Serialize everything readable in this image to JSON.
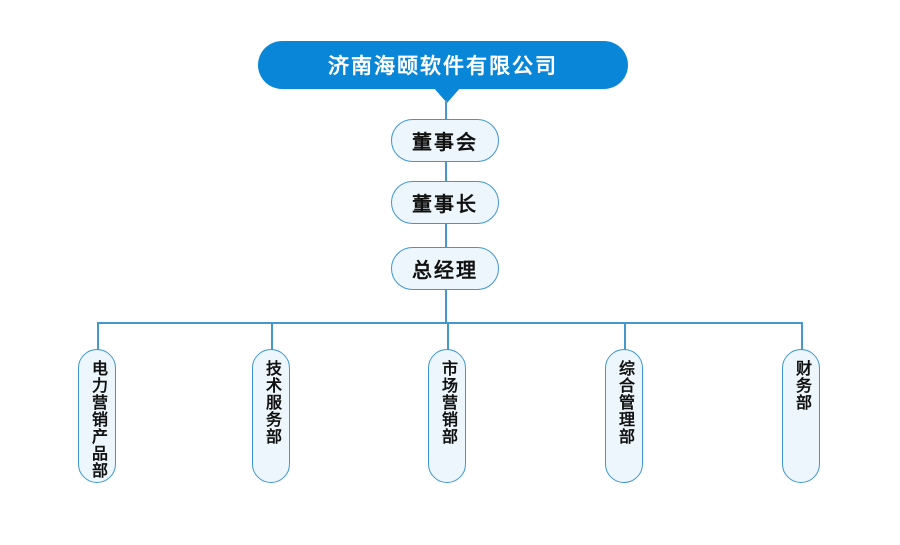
{
  "org_chart": {
    "root": {
      "label": "济南海颐软件有限公司"
    },
    "chain": [
      {
        "id": "board-of-directors",
        "label": "董事会"
      },
      {
        "id": "chairman",
        "label": "董事长"
      },
      {
        "id": "general-manager",
        "label": "总经理"
      }
    ],
    "departments": [
      {
        "id": "power-marketing-products-dept",
        "label": "电力营销产品部"
      },
      {
        "id": "technical-service-dept",
        "label": "技术服务部"
      },
      {
        "id": "marketing-dept",
        "label": "市场营销部"
      },
      {
        "id": "general-management-dept",
        "label": "综合管理部"
      },
      {
        "id": "finance-dept",
        "label": "财务部"
      }
    ],
    "colors": {
      "root_fill": "#0a86d8",
      "root_text": "#ffffff",
      "node_fill": "#edf6fc",
      "node_border": "#3f97ce",
      "connector_line": "#4598cb",
      "node_text": "#111111",
      "background": "#ffffff"
    }
  }
}
